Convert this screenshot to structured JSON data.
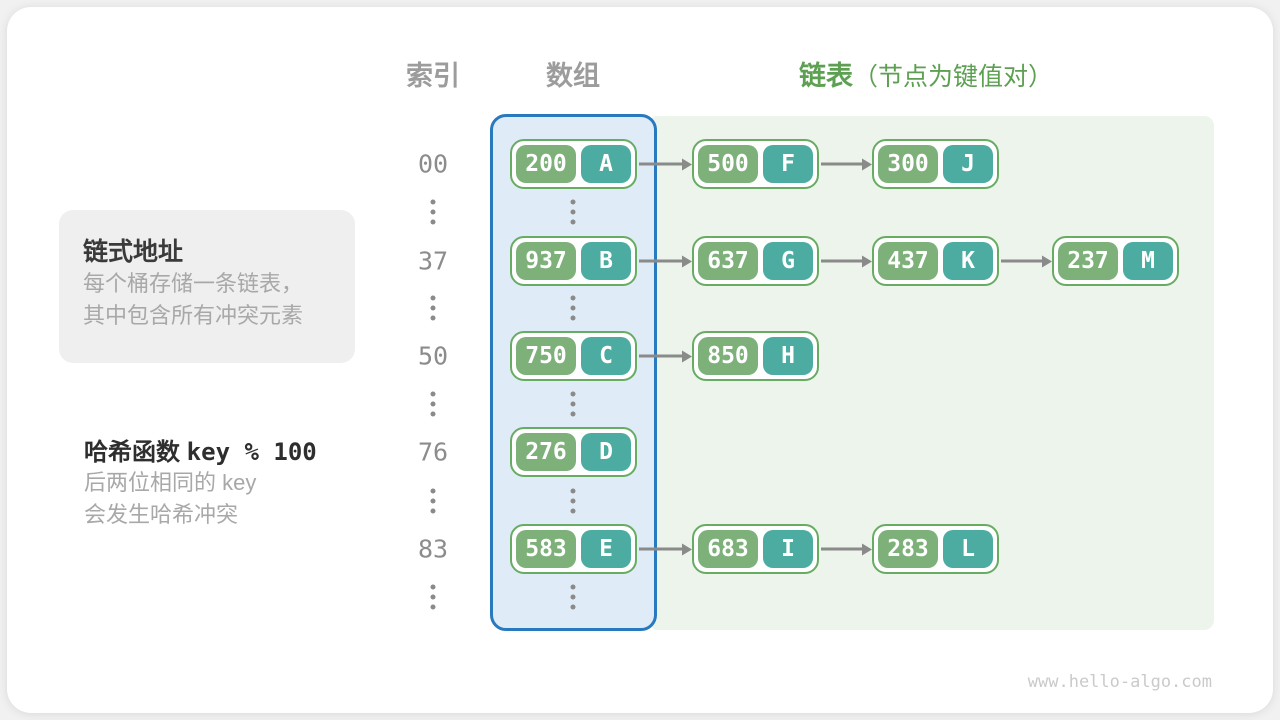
{
  "headers": {
    "index": "索引",
    "array": "数组",
    "list": "链表",
    "list_note": "（节点为键值对）"
  },
  "info_card": {
    "title": "链式地址",
    "lines": [
      "每个桶存储一条链表，",
      "其中包含所有冲突元素"
    ]
  },
  "hash_note": {
    "title_zh": "哈希函数 ",
    "title_code": "key % 100",
    "lines": [
      "后两位相同的 key",
      "会发生哈希冲突"
    ]
  },
  "rows": [
    {
      "index": "00",
      "array_node": {
        "key": "200",
        "value": "A"
      },
      "chain": [
        {
          "key": "500",
          "value": "F"
        },
        {
          "key": "300",
          "value": "J"
        }
      ]
    },
    {
      "index": "37",
      "array_node": {
        "key": "937",
        "value": "B"
      },
      "chain": [
        {
          "key": "637",
          "value": "G"
        },
        {
          "key": "437",
          "value": "K"
        },
        {
          "key": "237",
          "value": "M"
        }
      ]
    },
    {
      "index": "50",
      "array_node": {
        "key": "750",
        "value": "C"
      },
      "chain": [
        {
          "key": "850",
          "value": "H"
        }
      ]
    },
    {
      "index": "76",
      "array_node": {
        "key": "276",
        "value": "D"
      },
      "chain": []
    },
    {
      "index": "83",
      "array_node": {
        "key": "583",
        "value": "E"
      },
      "chain": [
        {
          "key": "683",
          "value": "I"
        },
        {
          "key": "283",
          "value": "L"
        }
      ]
    }
  ],
  "watermark": "www.hello-algo.com",
  "colors": {
    "header_gray": "#9C9C9C",
    "header_green": "#5DA052",
    "card_bg": "#EFEFEF",
    "title_dark": "#3A3A3A",
    "muted_text": "#A8A8A8",
    "array_bg": "#DFEBF6",
    "array_border": "#2979BE",
    "list_bg": "#ECF4EB",
    "node_border": "#68AC63",
    "key_cell": "#7EB07A",
    "value_cell": "#4CACA1",
    "arrow": "#8A8A8A",
    "dot": "#8A8A8A",
    "index_text": "#8C8C8C",
    "watermark": "#CACACA"
  }
}
